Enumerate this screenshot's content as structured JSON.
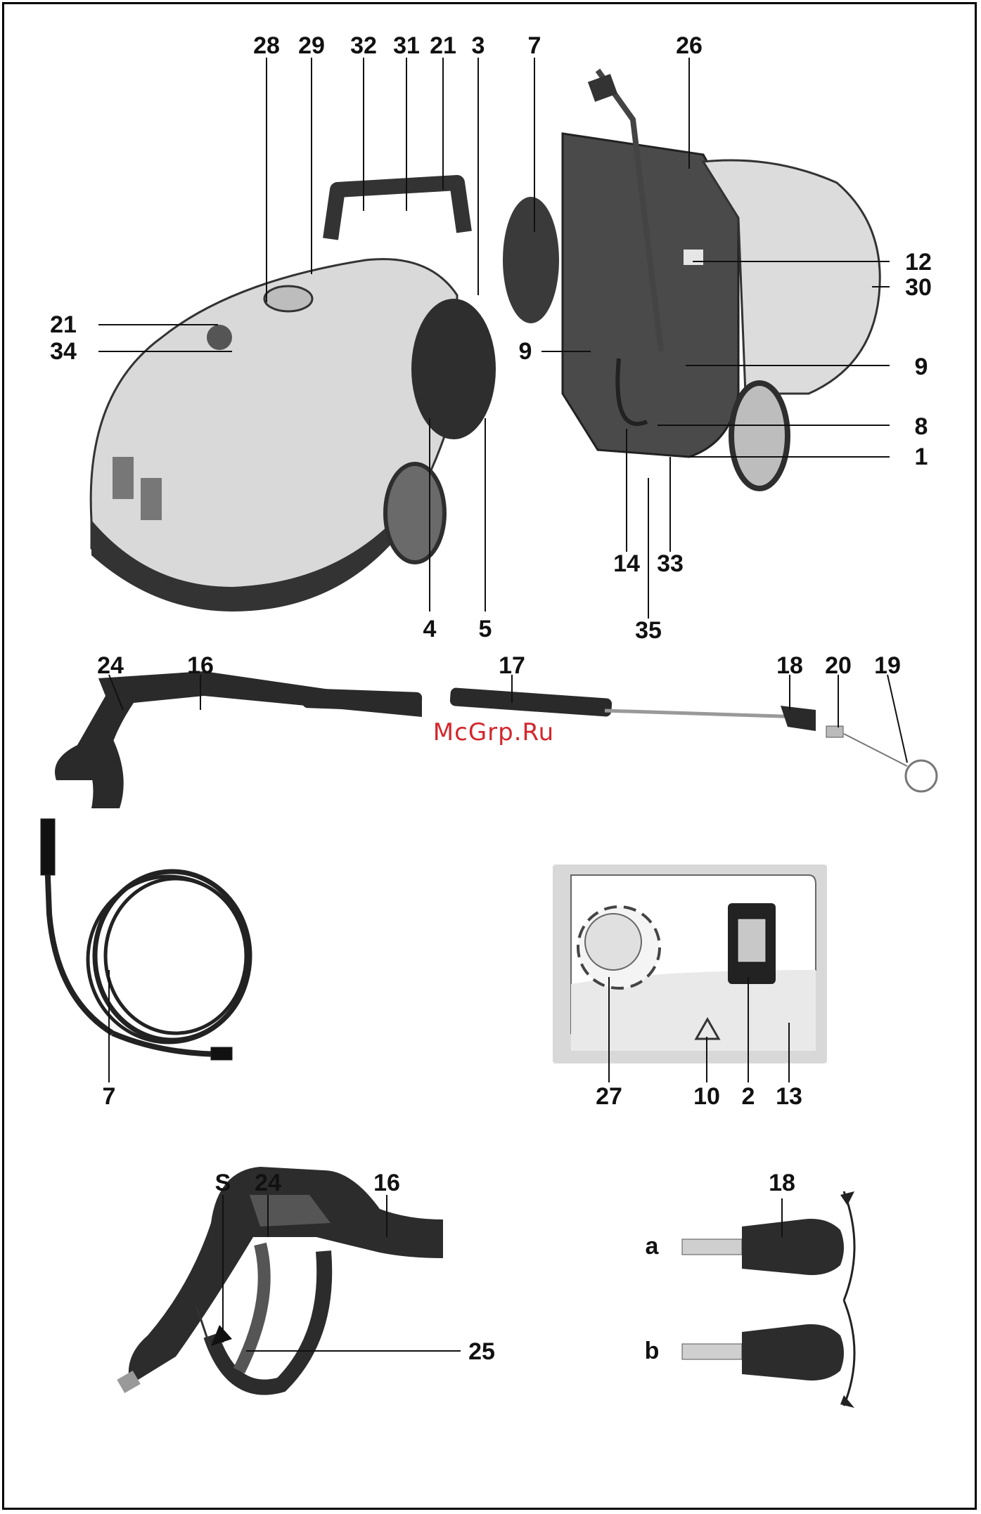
{
  "watermark": "McGrp.Ru",
  "labels": {
    "l28": "28",
    "l29": "29",
    "l32": "32",
    "l31": "31",
    "l21a": "21",
    "l3": "3",
    "l21b": "21",
    "l34": "34",
    "l4": "4",
    "l5": "5",
    "l7a": "7",
    "l26": "26",
    "l12": "12",
    "l30": "30",
    "l9a": "9",
    "l9b": "9",
    "l8": "8",
    "l1": "1",
    "l14": "14",
    "l33": "33",
    "l35": "35",
    "l24a": "24",
    "l16a": "16",
    "l17": "17",
    "l18a": "18",
    "l20": "20",
    "l19": "19",
    "l7b": "7",
    "l27": "27",
    "l10": "10",
    "l2": "2",
    "l13": "13",
    "lS": "S",
    "l24b": "24",
    "l16b": "16",
    "l25": "25",
    "l18b": "18",
    "la": "a",
    "lb": "b"
  }
}
